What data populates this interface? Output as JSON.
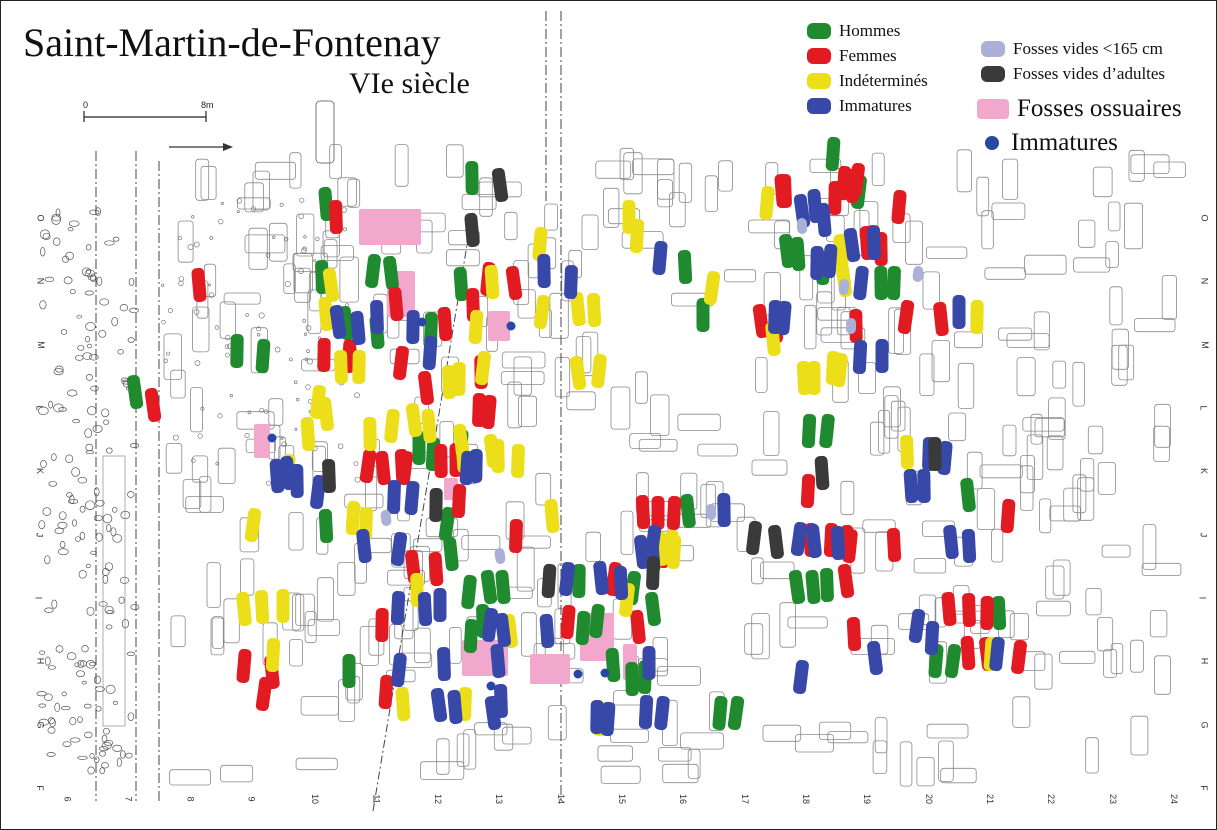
{
  "title": "Saint-Martin-de-Fontenay",
  "subtitle": "VIe siècle",
  "scale": {
    "start": "0",
    "end": "8m"
  },
  "legend": [
    {
      "key": "hommes",
      "label": "Hommes",
      "color": "#1f8a2e",
      "symbol": "swatch"
    },
    {
      "key": "femmes",
      "label": "Femmes",
      "color": "#e21b23",
      "symbol": "swatch"
    },
    {
      "key": "indet",
      "label": "Indéterminés",
      "color": "#ecdf1a",
      "symbol": "swatch"
    },
    {
      "key": "immatures",
      "label": "Immatures",
      "color": "#3848a8",
      "symbol": "swatch"
    },
    {
      "key": "vides165",
      "label": "Fosses vides <165 cm",
      "color": "#aab0d8",
      "symbol": "swatch"
    },
    {
      "key": "videsAdultes",
      "label": "Fosses vides d’adultes",
      "color": "#3a3a3a",
      "symbol": "swatch"
    },
    {
      "key": "ossuaires",
      "label": "Fosses ossuaires",
      "color": "#f2a8cc",
      "symbol": "swatch"
    },
    {
      "key": "immaturesDot",
      "label": "Immatures",
      "color": "#2b47a6",
      "symbol": "dot"
    }
  ],
  "grid_columns": [
    "6",
    "7",
    "8",
    "9",
    "10",
    "11",
    "12",
    "13",
    "14",
    "15",
    "16",
    "17",
    "18",
    "19",
    "20",
    "21",
    "22",
    "23",
    "24"
  ],
  "grid_rows": [
    "O",
    "N",
    "M",
    "L",
    "K",
    "J",
    "I",
    "H",
    "G",
    "F"
  ],
  "graves": {
    "hommes": [
      [
        134,
        391
      ],
      [
        325,
        203
      ],
      [
        321,
        276
      ],
      [
        236,
        350
      ],
      [
        262,
        355
      ],
      [
        372,
        270
      ],
      [
        390,
        272
      ],
      [
        460,
        283
      ],
      [
        471,
        177
      ],
      [
        430,
        328
      ],
      [
        460,
        445
      ],
      [
        446,
        523
      ],
      [
        450,
        553
      ],
      [
        325,
        525
      ],
      [
        418,
        447
      ],
      [
        432,
        453
      ],
      [
        468,
        591
      ],
      [
        488,
        586
      ],
      [
        502,
        586
      ],
      [
        482,
        620
      ],
      [
        578,
        580
      ],
      [
        582,
        627
      ],
      [
        632,
        587
      ],
      [
        652,
        608
      ],
      [
        612,
        664
      ],
      [
        631,
        678
      ],
      [
        644,
        676
      ],
      [
        719,
        712
      ],
      [
        735,
        712
      ],
      [
        687,
        510
      ],
      [
        684,
        266
      ],
      [
        702,
        314
      ],
      [
        808,
        430
      ],
      [
        826,
        430
      ],
      [
        796,
        586
      ],
      [
        812,
        586
      ],
      [
        826,
        584
      ],
      [
        822,
        267
      ],
      [
        832,
        153
      ],
      [
        858,
        191
      ],
      [
        786,
        250
      ],
      [
        797,
        253
      ],
      [
        880,
        282
      ],
      [
        893,
        282
      ],
      [
        935,
        660
      ],
      [
        952,
        660
      ],
      [
        967,
        494
      ],
      [
        998,
        612
      ],
      [
        348,
        670
      ],
      [
        470,
        635
      ],
      [
        596,
        620
      ],
      [
        345,
        322
      ],
      [
        376,
        331
      ]
    ],
    "femmes": [
      [
        152,
        404
      ],
      [
        198,
        284
      ],
      [
        335,
        216
      ],
      [
        323,
        354
      ],
      [
        348,
        355
      ],
      [
        400,
        362
      ],
      [
        425,
        387
      ],
      [
        444,
        323
      ],
      [
        480,
        371
      ],
      [
        478,
        409
      ],
      [
        488,
        411
      ],
      [
        367,
        465
      ],
      [
        382,
        467
      ],
      [
        401,
        465
      ],
      [
        455,
        459
      ],
      [
        458,
        500
      ],
      [
        487,
        278
      ],
      [
        513,
        282
      ],
      [
        395,
        303
      ],
      [
        472,
        304
      ],
      [
        381,
        624
      ],
      [
        385,
        691
      ],
      [
        404,
        467
      ],
      [
        412,
        566
      ],
      [
        435,
        568
      ],
      [
        440,
        460
      ],
      [
        515,
        535
      ],
      [
        567,
        621
      ],
      [
        613,
        578
      ],
      [
        637,
        626
      ],
      [
        642,
        511
      ],
      [
        657,
        512
      ],
      [
        673,
        512
      ],
      [
        663,
        550
      ],
      [
        760,
        320
      ],
      [
        781,
        190
      ],
      [
        784,
        190
      ],
      [
        834,
        197
      ],
      [
        843,
        182
      ],
      [
        856,
        179
      ],
      [
        850,
        185
      ],
      [
        866,
        242
      ],
      [
        880,
        248
      ],
      [
        872,
        241
      ],
      [
        898,
        206
      ],
      [
        905,
        316
      ],
      [
        940,
        318
      ],
      [
        893,
        544
      ],
      [
        810,
        539
      ],
      [
        830,
        539
      ],
      [
        849,
        545
      ],
      [
        845,
        580
      ],
      [
        948,
        608
      ],
      [
        968,
        609
      ],
      [
        986,
        612
      ],
      [
        1007,
        515
      ],
      [
        1018,
        656
      ],
      [
        986,
        653
      ],
      [
        967,
        652
      ],
      [
        855,
        325
      ],
      [
        776,
        325
      ],
      [
        243,
        665
      ],
      [
        263,
        693
      ],
      [
        271,
        671
      ],
      [
        853,
        633
      ],
      [
        846,
        541
      ],
      [
        807,
        490
      ]
    ],
    "indet": [
      [
        330,
        284
      ],
      [
        325,
        313
      ],
      [
        340,
        366
      ],
      [
        358,
        366
      ],
      [
        352,
        517
      ],
      [
        317,
        401
      ],
      [
        325,
        413
      ],
      [
        307,
        433
      ],
      [
        369,
        433
      ],
      [
        365,
        523
      ],
      [
        287,
        470
      ],
      [
        252,
        524
      ],
      [
        243,
        608
      ],
      [
        261,
        606
      ],
      [
        282,
        605
      ],
      [
        272,
        654
      ],
      [
        391,
        425
      ],
      [
        413,
        419
      ],
      [
        428,
        425
      ],
      [
        448,
        381
      ],
      [
        458,
        378
      ],
      [
        475,
        326
      ],
      [
        482,
        367
      ],
      [
        491,
        450
      ],
      [
        462,
        455
      ],
      [
        497,
        455
      ],
      [
        517,
        460
      ],
      [
        539,
        243
      ],
      [
        541,
        311
      ],
      [
        577,
        308
      ],
      [
        593,
        309
      ],
      [
        628,
        216
      ],
      [
        636,
        235
      ],
      [
        598,
        370
      ],
      [
        577,
        372
      ],
      [
        551,
        515
      ],
      [
        660,
        548
      ],
      [
        671,
        546
      ],
      [
        673,
        551
      ],
      [
        626,
        599
      ],
      [
        509,
        630
      ],
      [
        402,
        703
      ],
      [
        416,
        589
      ],
      [
        464,
        703
      ],
      [
        766,
        202
      ],
      [
        711,
        287
      ],
      [
        772,
        338
      ],
      [
        803,
        377
      ],
      [
        813,
        377
      ],
      [
        832,
        367
      ],
      [
        839,
        369
      ],
      [
        843,
        279
      ],
      [
        840,
        250
      ],
      [
        906,
        451
      ],
      [
        976,
        316
      ],
      [
        990,
        653
      ],
      [
        599,
        718
      ],
      [
        460,
        440
      ],
      [
        491,
        281
      ]
    ],
    "immatures": [
      [
        337,
        321
      ],
      [
        357,
        327
      ],
      [
        376,
        316
      ],
      [
        412,
        326
      ],
      [
        429,
        352
      ],
      [
        317,
        491
      ],
      [
        287,
        472
      ],
      [
        276,
        475
      ],
      [
        296,
        480
      ],
      [
        393,
        496
      ],
      [
        411,
        497
      ],
      [
        398,
        548
      ],
      [
        363,
        545
      ],
      [
        424,
        608
      ],
      [
        439,
        604
      ],
      [
        397,
        607
      ],
      [
        398,
        669
      ],
      [
        438,
        704
      ],
      [
        454,
        706
      ],
      [
        443,
        663
      ],
      [
        475,
        465
      ],
      [
        466,
        467
      ],
      [
        489,
        624
      ],
      [
        502,
        629
      ],
      [
        546,
        630
      ],
      [
        543,
        270
      ],
      [
        570,
        281
      ],
      [
        659,
        257
      ],
      [
        652,
        541
      ],
      [
        600,
        577
      ],
      [
        620,
        582
      ],
      [
        648,
        662
      ],
      [
        645,
        711
      ],
      [
        661,
        712
      ],
      [
        492,
        712
      ],
      [
        497,
        660
      ],
      [
        500,
        700
      ],
      [
        596,
        716
      ],
      [
        607,
        718
      ],
      [
        566,
        578
      ],
      [
        641,
        551
      ],
      [
        652,
        555
      ],
      [
        723,
        509
      ],
      [
        774,
        316
      ],
      [
        783,
        317
      ],
      [
        798,
        538
      ],
      [
        813,
        540
      ],
      [
        837,
        542
      ],
      [
        881,
        355
      ],
      [
        859,
        356
      ],
      [
        860,
        282
      ],
      [
        851,
        244
      ],
      [
        823,
        219
      ],
      [
        873,
        242
      ],
      [
        816,
        262
      ],
      [
        829,
        260
      ],
      [
        800,
        676
      ],
      [
        874,
        657
      ],
      [
        910,
        485
      ],
      [
        923,
        485
      ],
      [
        928,
        453
      ],
      [
        944,
        457
      ],
      [
        916,
        625
      ],
      [
        950,
        541
      ],
      [
        968,
        545
      ],
      [
        958,
        311
      ],
      [
        931,
        637
      ],
      [
        996,
        653
      ],
      [
        801,
        210
      ],
      [
        814,
        205
      ]
    ],
    "videsAdultes": [
      [
        499,
        184
      ],
      [
        471,
        229
      ],
      [
        328,
        475
      ],
      [
        435,
        504
      ],
      [
        548,
        580
      ],
      [
        753,
        537
      ],
      [
        775,
        541
      ],
      [
        821,
        472
      ],
      [
        934,
        453
      ],
      [
        652,
        572
      ]
    ],
    "vides165": [
      [
        499,
        555
      ],
      [
        710,
        511
      ],
      [
        801,
        225
      ],
      [
        850,
        325
      ],
      [
        843,
        286
      ],
      [
        917,
        273
      ],
      [
        385,
        517
      ]
    ]
  },
  "ossuaires": [
    [
      389,
      226,
      62,
      36
    ],
    [
      400,
      293,
      28,
      46
    ],
    [
      498,
      325,
      22,
      30
    ],
    [
      261,
      440,
      16,
      34
    ],
    [
      484,
      657,
      46,
      36
    ],
    [
      549,
      668,
      40,
      30
    ],
    [
      596,
      636,
      34,
      48
    ],
    [
      629,
      661,
      14,
      36
    ],
    [
      450,
      488,
      14,
      22
    ]
  ],
  "immature_dots": [
    [
      421,
      321
    ],
    [
      510,
      325
    ],
    [
      271,
      437
    ],
    [
      490,
      685
    ],
    [
      577,
      673
    ],
    [
      604,
      672
    ]
  ]
}
